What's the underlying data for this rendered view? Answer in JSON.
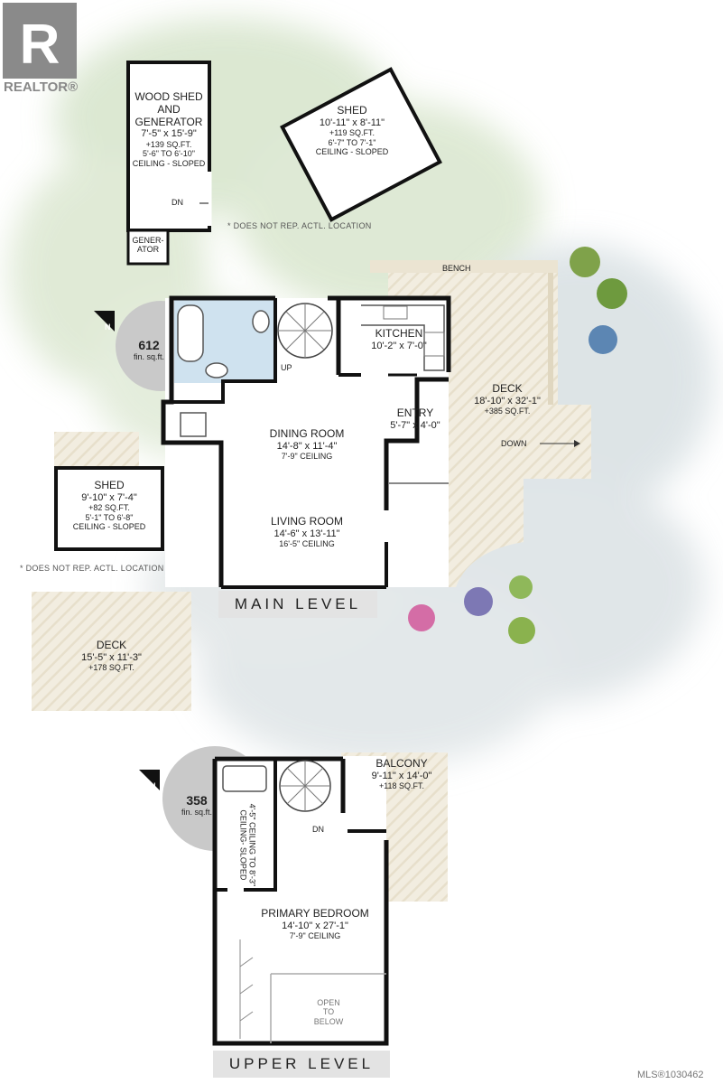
{
  "brand": {
    "logo_text": "REALTOR®",
    "mls": "MLS®1030462"
  },
  "main_level": {
    "banner": "MAIN LEVEL",
    "fin_sqft": "612",
    "fin_label": "fin. sq.ft.",
    "compass": "N",
    "rooms": {
      "kitchen": {
        "name": "KITCHEN",
        "dims": "10'-2\" x 7'-0\""
      },
      "entry": {
        "name": "ENTRY",
        "dims": "5'-7\" x 4'-0\""
      },
      "dining": {
        "name": "DINING ROOM",
        "dims": "14'-8\" x 11'-4\"",
        "ceiling": "7'-9\" CEILING"
      },
      "living": {
        "name": "LIVING ROOM",
        "dims": "14'-6\" x 13'-11\"",
        "ceiling": "16'-5\" CEILING"
      },
      "deck": {
        "name": "DECK",
        "dims": "18'-10\" x 32'-1\"",
        "sqft": "+385 SQ.FT."
      },
      "up": "UP",
      "bench": "BENCH",
      "down": "DOWN"
    }
  },
  "outbuildings": {
    "wood_shed": {
      "l1": "WOOD SHED",
      "l2": "AND",
      "l3": "GENERATOR",
      "dims": "7'-5\" x 15'-9\"",
      "sqft": "+139 SQ.FT.",
      "ceiling1": "5'-6\"  TO 6'-10\"",
      "ceiling2": "CEILING - SLOPED",
      "dn": "DN"
    },
    "generator": {
      "l1": "GENER-",
      "l2": "ATOR"
    },
    "shed_top": {
      "name": "SHED",
      "dims": "10'-11\" x 8'-11\"",
      "sqft": "+119 SQ.FT.",
      "ceiling1": "6'-7\" TO 7'-1\"",
      "ceiling2": "CEILING - SLOPED"
    },
    "note_top": "* DOES NOT REP. ACTL. LOCATION",
    "shed_left": {
      "name": "SHED",
      "dims": "9'-10\" x 7'-4\"",
      "sqft": "+82 SQ.FT.",
      "ceiling1": "5'-1\" TO 6'-8\"",
      "ceiling2": "CEILING - SLOPED"
    },
    "note_left": "* DOES NOT REP. ACTL. LOCATION",
    "deck_left": {
      "name": "DECK",
      "dims": "15'-5\" x 11'-3\"",
      "sqft": "+178 SQ.FT."
    }
  },
  "upper_level": {
    "banner": "UPPER LEVEL",
    "fin_sqft": "358",
    "fin_label": "fin. sq.ft.",
    "compass": "N",
    "balcony": {
      "name": "BALCONY",
      "dims": "9'-11\" x 14'-0\"",
      "sqft": "+118 SQ.FT."
    },
    "bedroom": {
      "name": "PRIMARY BEDROOM",
      "dims": "14'-10\" x 27'-1\"",
      "ceiling": "7'-9\" CEILING"
    },
    "slope": {
      "l1": "4'-5\" CEILING TO 8'-3\"",
      "l2": "CEILING- SLOPED"
    },
    "open1": "OPEN",
    "open2": "TO",
    "open3": "BELOW",
    "dn": "DN"
  },
  "colors": {
    "green_wash": "#d9e6cf",
    "blue_wash": "#d7dfe2",
    "wall": "#111111",
    "deck": "#f1ecdf",
    "bath": "#cfe2ef",
    "fin_circle": "#c9c9c9"
  }
}
